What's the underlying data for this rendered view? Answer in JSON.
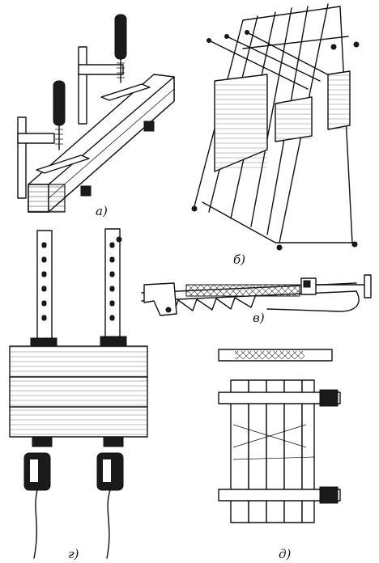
{
  "figure": {
    "captions": {
      "a": "а)",
      "b": "б)",
      "v": "в)",
      "g": "г)",
      "d": "д)"
    }
  }
}
